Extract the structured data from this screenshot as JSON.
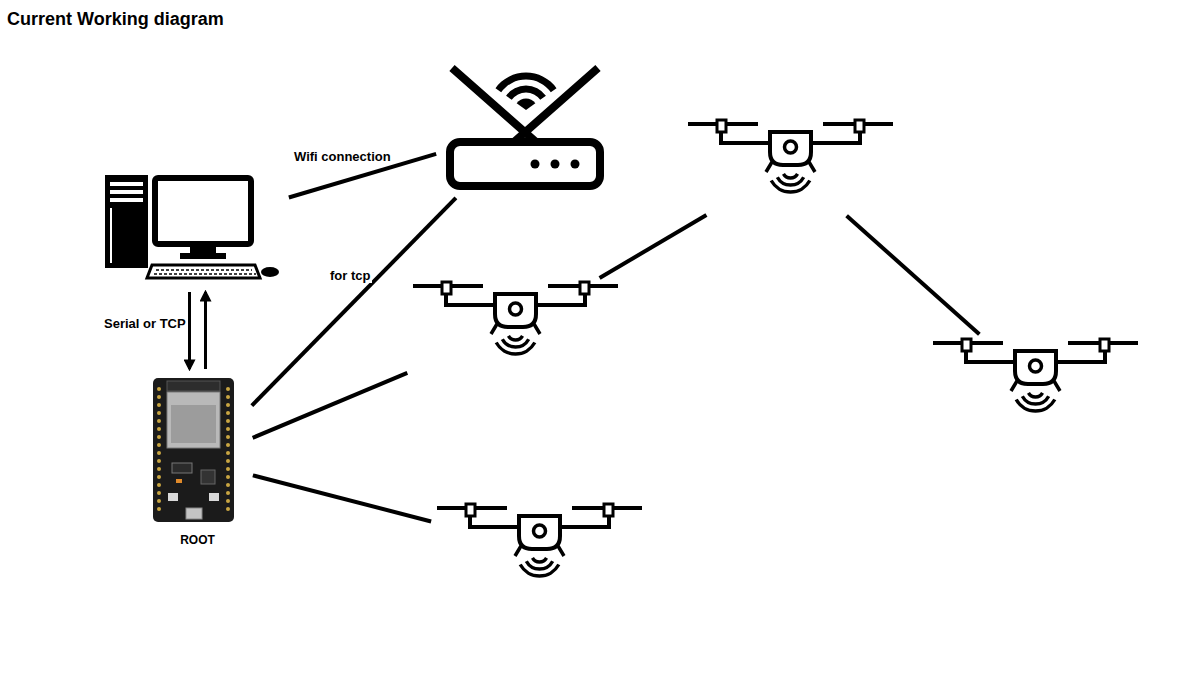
{
  "diagram": {
    "title": "Current Working diagram",
    "nodes": [
      {
        "text": []
      },
      {
        "text": []
      },
      {
        "text": [
          "ROOT"
        ]
      },
      {
        "text": []
      },
      {
        "text": []
      },
      {
        "text": []
      },
      {
        "text": []
      }
    ],
    "edges": [
      {
        "from": 0,
        "to": 1,
        "label": "Wifi connection",
        "arrow": "none"
      },
      {
        "from": 1,
        "to": 2,
        "label": "for tcp",
        "arrow": "none"
      },
      {
        "from": 0,
        "to": 2,
        "label": "Serial or TCP",
        "arrow": "both"
      },
      {
        "from": 2,
        "to": 4,
        "arrow": "none"
      },
      {
        "from": 2,
        "to": 6,
        "arrow": "none"
      },
      {
        "from": 4,
        "to": 3,
        "arrow": "none"
      },
      {
        "from": 3,
        "to": 5,
        "arrow": "none"
      }
    ]
  }
}
